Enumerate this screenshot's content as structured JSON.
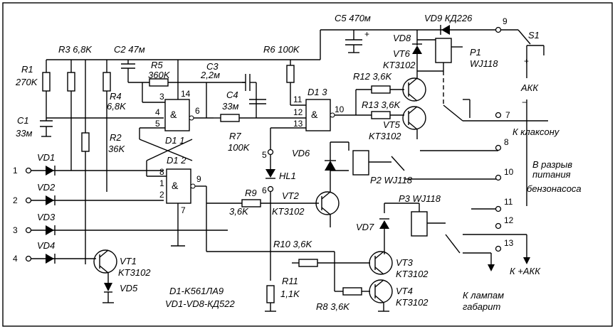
{
  "labels": {
    "r1": "R1",
    "r1v": "270K",
    "r3": "R3 6,8K",
    "c2": "C2 47м",
    "r5": "R5",
    "r5v": "360K",
    "c3": "C3",
    "c3v": "2,2м",
    "r4": "R4",
    "r4v": "6,8K",
    "c4": "C4",
    "c4v": "33м",
    "r6": "R6 100K",
    "c5": "C5 470м",
    "vd9": "VD9 КД226",
    "vd8": "VD8",
    "vt6": "VT6",
    "vt6t": "KT3102",
    "p1": "P1",
    "p1t": "WJ118",
    "r12": "R12 3,6K",
    "r13": "R13 3,6K",
    "vt5": "VT5",
    "vt5t": "KT3102",
    "c1": "C1",
    "c1v": "33м",
    "r2": "R2",
    "r2v": "36K",
    "d11": "D1 1",
    "d13": "D1 3",
    "d12": "D1 2",
    "r7": "R7",
    "r7v": "100K",
    "vd6": "VD6",
    "hl1": "HL1",
    "p2": "P2 WJ118",
    "p3": "P3 WJ118",
    "r9": "R9",
    "r9v": "3,6K",
    "vt2": "VT2",
    "vt2t": "KT3102",
    "vd7": "VD7",
    "r10": "R10 3,6K",
    "vt3": "VT3",
    "vt3t": "KT3102",
    "r11": "R11",
    "r11v": "1,1K",
    "vt4": "VT4",
    "vt4t": "KT3102",
    "r8": "R8 3,6K",
    "vd1": "VD1",
    "vd2": "VD2",
    "vd3": "VD3",
    "vd4": "VD4",
    "vt1": "VT1",
    "vt1t": "KT3102",
    "vd5": "VD5",
    "note1": "D1-K561ЛА9",
    "note2": "VD1-VD8-КД522",
    "s1": "S1",
    "akk_top": "АКК",
    "out7": "К клаксону",
    "out8a": "В разрыв",
    "out8b": "питания",
    "out10": "бензонасоса",
    "out12": "К +АКК",
    "out13a": "К лампам",
    "out13b": "габарит"
  },
  "pins": {
    "t1": "1",
    "t2": "2",
    "t3": "3",
    "t4": "4",
    "t7": "7",
    "t8": "8",
    "t9": "9",
    "t10": "10",
    "t11": "11",
    "t12": "12",
    "t13": "13",
    "g1_3": "3",
    "g1_14": "14",
    "g1_4": "4",
    "g1_5": "5",
    "g1_6": "6",
    "g3_11": "11",
    "g3_12": "12",
    "g3_13": "13",
    "g3_10": "10",
    "g2_8": "8",
    "g2_1": "1",
    "g2_2": "2",
    "g2_9": "9",
    "g2_7": "7",
    "hl_5": "5",
    "hl_6": "6"
  },
  "symbols": {
    "and": "&",
    "plus": "+",
    "minus": "−"
  }
}
